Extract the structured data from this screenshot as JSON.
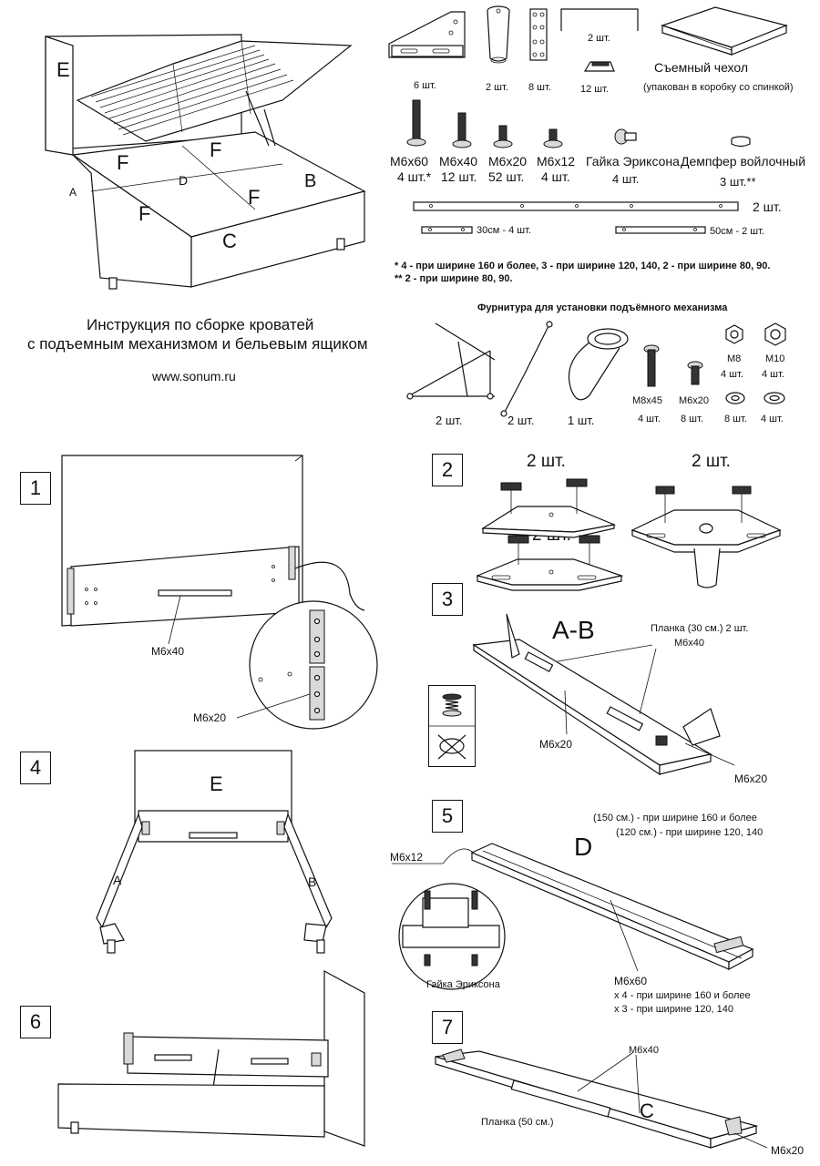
{
  "title": {
    "line1": "Инструкция по сборке кроватей",
    "line2": "с подъемным механизмом и бельевым ящиком",
    "website": "www.sonum.ru"
  },
  "bed_labels": {
    "e": "E",
    "f1": "F",
    "f2": "F",
    "f3": "F",
    "f4": "F",
    "d": "D",
    "a": "A",
    "b": "B",
    "c": "C"
  },
  "parts": {
    "bracket": "6 шт.",
    "leg": "2 шт.",
    "plate": "8 шт.",
    "handle_qty": "2 шт.",
    "rubber_qty": "12 шт.",
    "cover_title": "Съемный чехол",
    "cover_note": "(упакован в коробку со спинкой)",
    "bolts": [
      {
        "name": "M6x60",
        "qty": "4 шт.*"
      },
      {
        "name": "M6x40",
        "qty": "12 шт."
      },
      {
        "name": "M6x20",
        "qty": "52 шт."
      },
      {
        "name": "M6x12",
        "qty": "4 шт."
      }
    ],
    "nut_name": "Гайка Эриксона",
    "nut_qty": "4 шт.",
    "damper_name": "Демпфер войлочный",
    "damper_qty": "3 шт.**",
    "long_rail_qty": "2 шт.",
    "short_rail": "30см - 4 шт.",
    "mid_rail": "50см - 2 шт.",
    "note1": "* 4 - при ширине 160 и более, 3 - при ширине 120, 140, 2 - при ширине 80, 90.",
    "note2": "** 2 - при ширине 80, 90."
  },
  "mechanism": {
    "title": "Фурнитура для установки подъёмного механизма",
    "lift_qty": "2 шт.",
    "gas_qty": "2 шт.",
    "strap_qty": "1 шт.",
    "m8x45": "M8x45",
    "m8x45_qty": "4 шт.",
    "m6x20": "M6x20",
    "m6x20_qty": "8 шт.",
    "m8": "M8",
    "m8_qty": "4 шт.",
    "m10": "M10",
    "m10_qty": "4 шт.",
    "w8_qty": "8 шт.",
    "w10_qty": "4 шт."
  },
  "steps": {
    "s1": {
      "num": "1",
      "m6x40": "M6x40",
      "m6x20": "M6x20"
    },
    "s2": {
      "num": "2",
      "q1": "2 шт.",
      "q2": "2 шт.",
      "q3": "2 шт."
    },
    "s3": {
      "num": "3",
      "label": "A-B",
      "plank": "Планка (30 см.)  2 шт.",
      "m6x40": "M6x40",
      "m6x20a": "M6x20",
      "m6x20b": "M6x20"
    },
    "s4": {
      "num": "4",
      "e": "E",
      "a": "A",
      "b": "B"
    },
    "s5": {
      "num": "5",
      "w1": "(150 см.) - при ширине 160 и более",
      "w2": "(120 см.) - при ширине 120, 140",
      "d": "D",
      "m6x12": "M6x12",
      "nut": "Гайка Эриксона",
      "m6x60": "M6x60",
      "x4": "x 4 - при ширине 160 и более",
      "x3": "x 3 - при ширине 120, 140"
    },
    "s6": {
      "num": "6"
    },
    "s7": {
      "num": "7",
      "m6x40": "M6x40",
      "plank": "Планка (50 см.)",
      "c": "C",
      "m6x20": "M6x20"
    }
  }
}
